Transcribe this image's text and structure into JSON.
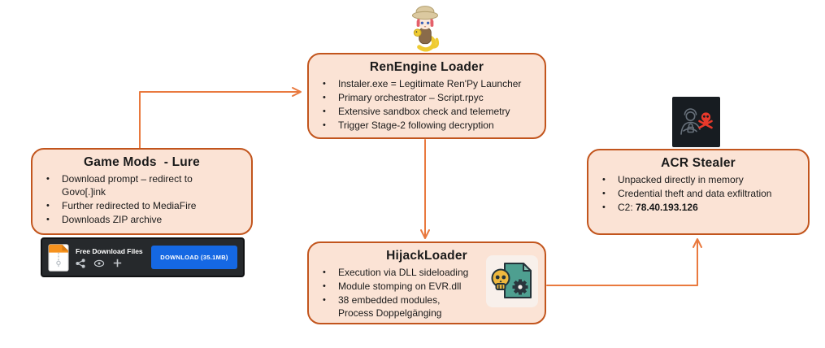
{
  "diagram_title": "Malware attack chain",
  "colors": {
    "box_fill": "#FBE3D5",
    "box_border": "#C2551D",
    "arrow": "#E9793E",
    "download_button_blue": "#1568E3",
    "dark_bar": "#26292C",
    "hijack_doc_teal": "#4E9F90",
    "skull_yellow": "#EFB93F",
    "acr_skull_red": "#E8392B"
  },
  "icons": {
    "mascot": "renpy-mascot-icon",
    "hijack": "skull-document-gear-icon",
    "acr": "hacker-skull-icon",
    "file": "zip-file-icon",
    "share": "share-icon",
    "eye": "eye-icon",
    "plus": "plus-icon"
  },
  "nodes": {
    "gamemods": {
      "title": "Game Mods  - Lure",
      "bullets": [
        "Download prompt – redirect to Govo[.]ink",
        "Further redirected to MediaFire",
        "Downloads ZIP archive"
      ]
    },
    "renengine": {
      "title": "RenEngine Loader",
      "bullets": [
        "Instaler.exe = Legitimate Ren'Py Launcher",
        "Primary orchestrator – Script.rpyc",
        "Extensive sandbox check and telemetry",
        "Trigger Stage-2 following decryption"
      ]
    },
    "hijack": {
      "title": "HijackLoader",
      "bullets": [
        "Execution via DLL sideloading",
        "Module stomping on EVR.dll",
        "38 embedded modules, Process Doppelgänging"
      ]
    },
    "acr": {
      "title": "ACR Stealer",
      "bullets": [
        "Unpacked directly in memory",
        "Credential theft and data exfiltration"
      ],
      "c2_label": "C2: ",
      "c2_value": "78.40.193.126"
    }
  },
  "download_bar": {
    "file_label": "Free Download Files",
    "button_label": "DOWNLOAD (35.1MB)"
  }
}
